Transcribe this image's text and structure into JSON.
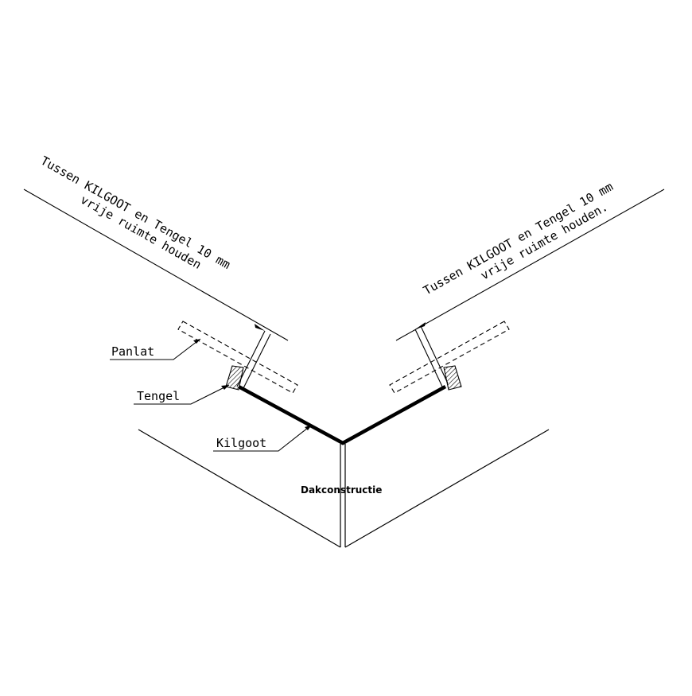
{
  "labels": {
    "note_left_line1": "Tussen KILGOOT en Tengel 10 mm",
    "note_left_line2": "vrije ruimte houden",
    "note_right_line1": "Tussen KILGOOT en Tengel 10 mm",
    "note_right_line2": "vrije ruimte houden.",
    "panlat": "Panlat",
    "tengel": "Tengel",
    "kilgoot": "Kilgoot",
    "dakconstructie": "Dakconstructie"
  }
}
